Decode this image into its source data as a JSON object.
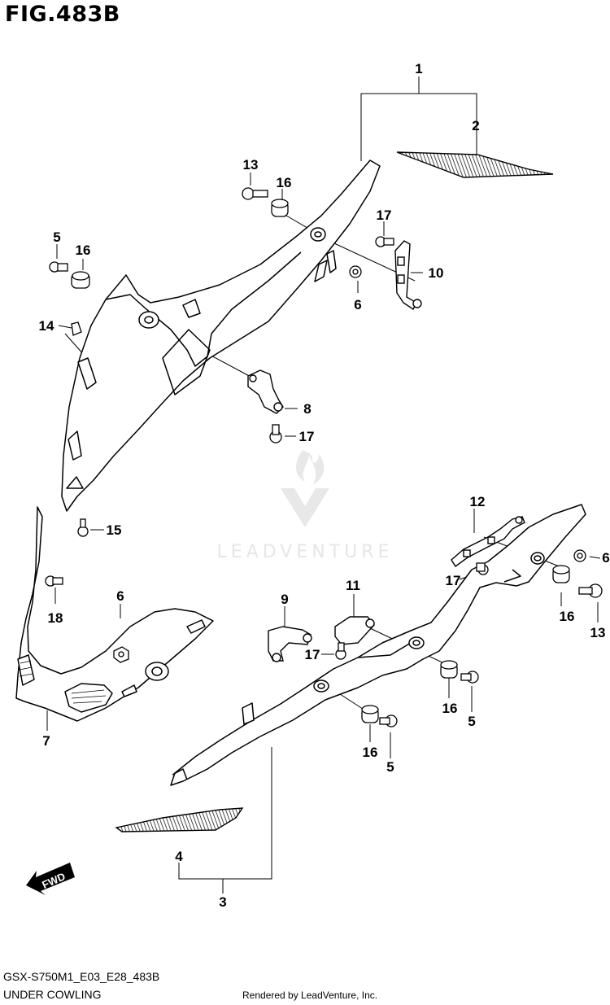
{
  "figure": {
    "title": "FIG.483B"
  },
  "footer": {
    "model_code": "GSX-S750M1_E03_E28_483B",
    "section_name": "UNDER COWLING",
    "credit": "Rendered by LeadVenture, Inc."
  },
  "watermark": {
    "text": "LEADVENTURE"
  },
  "direction_marker": {
    "label": "FWD"
  },
  "callouts": {
    "c1": "1",
    "c2": "2",
    "c3": "3",
    "c4": "4",
    "c5a": "5",
    "c5b": "5",
    "c5c": "5",
    "c6a": "6",
    "c6b": "6",
    "c6c": "6",
    "c7": "7",
    "c8": "8",
    "c9": "9",
    "c10": "10",
    "c11": "11",
    "c12": "12",
    "c13a": "13",
    "c13b": "13",
    "c14": "14",
    "c15": "15",
    "c16a": "16",
    "c16b": "16",
    "c16c": "16",
    "c16d": "16",
    "c16e": "16",
    "c17a": "17",
    "c17b": "17",
    "c17c": "17",
    "c17d": "17",
    "c18": "18"
  },
  "colors": {
    "line": "#000000",
    "background": "#ffffff",
    "watermark": "#e6e6e6"
  }
}
